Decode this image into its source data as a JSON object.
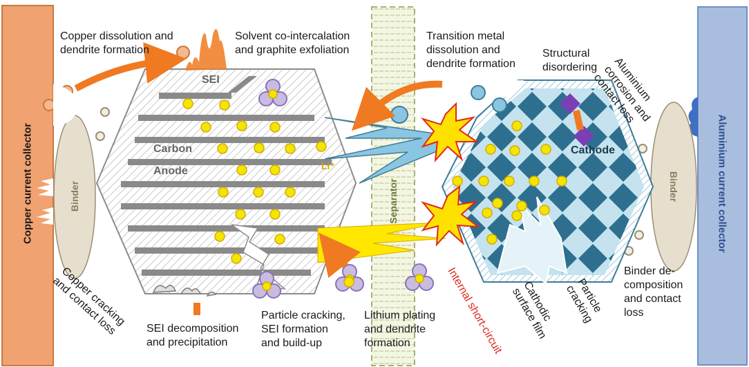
{
  "collectors": {
    "copper": "Copper current collector",
    "aluminium": "Aluminium current collector"
  },
  "binder": {
    "left": "Binder",
    "right": "Binder"
  },
  "separator": "Separator",
  "anode": {
    "sei": "SEI",
    "carbon": "Carbon",
    "anode": "Anode",
    "li": "Li⁺"
  },
  "cathode": {
    "label": "Cathode"
  },
  "labels": {
    "copper_dissolution": "Copper dissolution and\ndendrite formation",
    "solvent_cointercalation": "Solvent co-intercalation\nand graphite exfoliation",
    "transition_metal": "Transition metal\ndissolution and\ndendrite formation",
    "structural_disordering": "Structural\ndisordering",
    "aluminium_corrosion": "Aluminium\ncorrosion and\ncontact loss",
    "copper_cracking": "Copper cracking\nand contact loss",
    "sei_decomposition": "SEI decomposition\nand precipitation",
    "particle_cracking_sei": "Particle cracking,\nSEI formation\nand build-up",
    "lithium_plating": "Lithium plating\nand dendrite\nformation",
    "internal_short": "Internal short-circuit",
    "cathodic_surface_film": "Cathodic\nsurface film",
    "particle_cracking": "Particle\ncracking",
    "binder_decomposition": "Binder de-\ncomposition\nand contact\nloss"
  },
  "colors": {
    "copper_collector": "#f0a271",
    "copper_border": "#c9783d",
    "aluminium_collector": "#a9bedf",
    "aluminium_border": "#6f8fc2",
    "binder": "#e7dfce",
    "graphite": "#8a8a8a",
    "lithium": "#f2e600",
    "cathode_diamond": "#2e6f8f",
    "cathode_bg": "#bfe1ee",
    "orange_arrow": "#f07a21",
    "dendrite_yellow": "#ffe700",
    "dendrite_blue": "#8ac5e2",
    "short_circuit_text": "#e0281e",
    "purple": "#9b84c4"
  }
}
